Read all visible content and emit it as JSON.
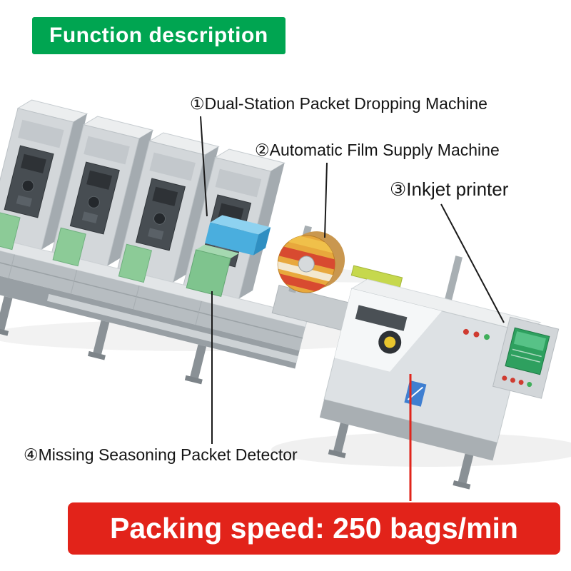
{
  "header": {
    "title": "Function description",
    "bg_color": "#00A551",
    "text_color": "#ffffff"
  },
  "annotations": [
    {
      "label": "①Dual-Station Packet Dropping Machine"
    },
    {
      "label": "②Automatic Film Supply Machine"
    },
    {
      "label": "③Inkjet printer"
    },
    {
      "label": "④Missing Seasoning Packet Detector"
    }
  ],
  "footer": {
    "text": "Packing speed: 250 bags/min",
    "bg_color": "#E2231A",
    "text_color": "#ffffff"
  },
  "colors": {
    "callout_line": "#1a1a1a",
    "speed_line": "#e0251b",
    "machine_green_panel": "#8ccb97",
    "machine_blue_block": "#4aaede",
    "film_roll_orange": "#e8a83c",
    "roller_yellow_green": "#c6d84d",
    "hmi_screen_green": "#2ea05f"
  }
}
